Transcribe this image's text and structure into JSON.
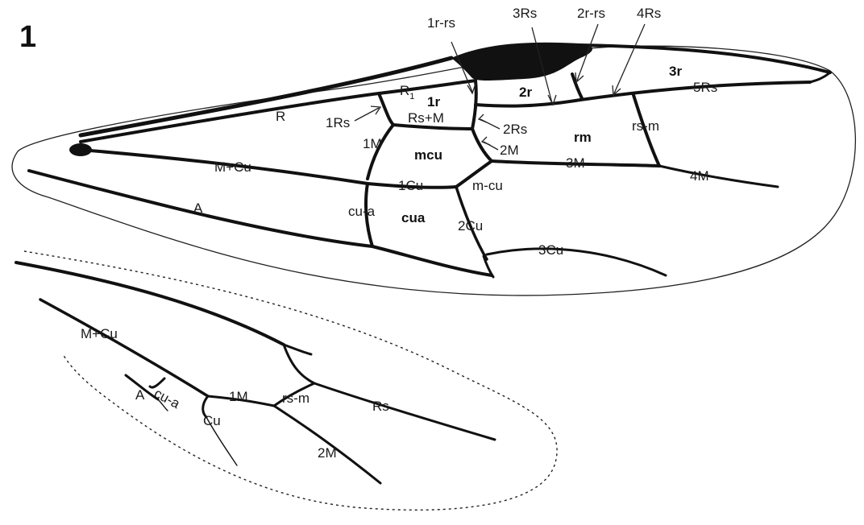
{
  "figure": {
    "number": "1",
    "colors": {
      "vein": "#111111",
      "outline": "#222222",
      "background": "#ffffff"
    }
  },
  "forewing": {
    "veins": {
      "R": "R",
      "R1_base": "R",
      "R1_sub": "1",
      "1Rs": "1Rs",
      "RsM": "Rs+M",
      "1M": "1M",
      "MCu": "M+Cu",
      "A": "A",
      "cua": "cu-a",
      "1Cu": "1Cu",
      "mcu": "m-cu",
      "2Cu": "2Cu",
      "3Cu": "3Cu",
      "2Rs": "2Rs",
      "2M": "2M",
      "3M": "3M",
      "4M": "4M",
      "rsm": "rs-m",
      "5Rs": "5Rs",
      "1rrs": "1r-rs",
      "3Rs": "3Rs",
      "2rrs": "2r-rs",
      "4Rs": "4Rs"
    },
    "cells": {
      "1r": "1r",
      "2r": "2r",
      "3r": "3r",
      "mcu": "mcu",
      "cua": "cua",
      "rm": "rm"
    }
  },
  "hindwing": {
    "veins": {
      "MCu": "M+Cu",
      "A": "A",
      "cua": "cu-a",
      "1M": "1M",
      "Cu": "Cu",
      "rsm": "rs-m",
      "Rs": "Rs",
      "2M": "2M"
    }
  }
}
